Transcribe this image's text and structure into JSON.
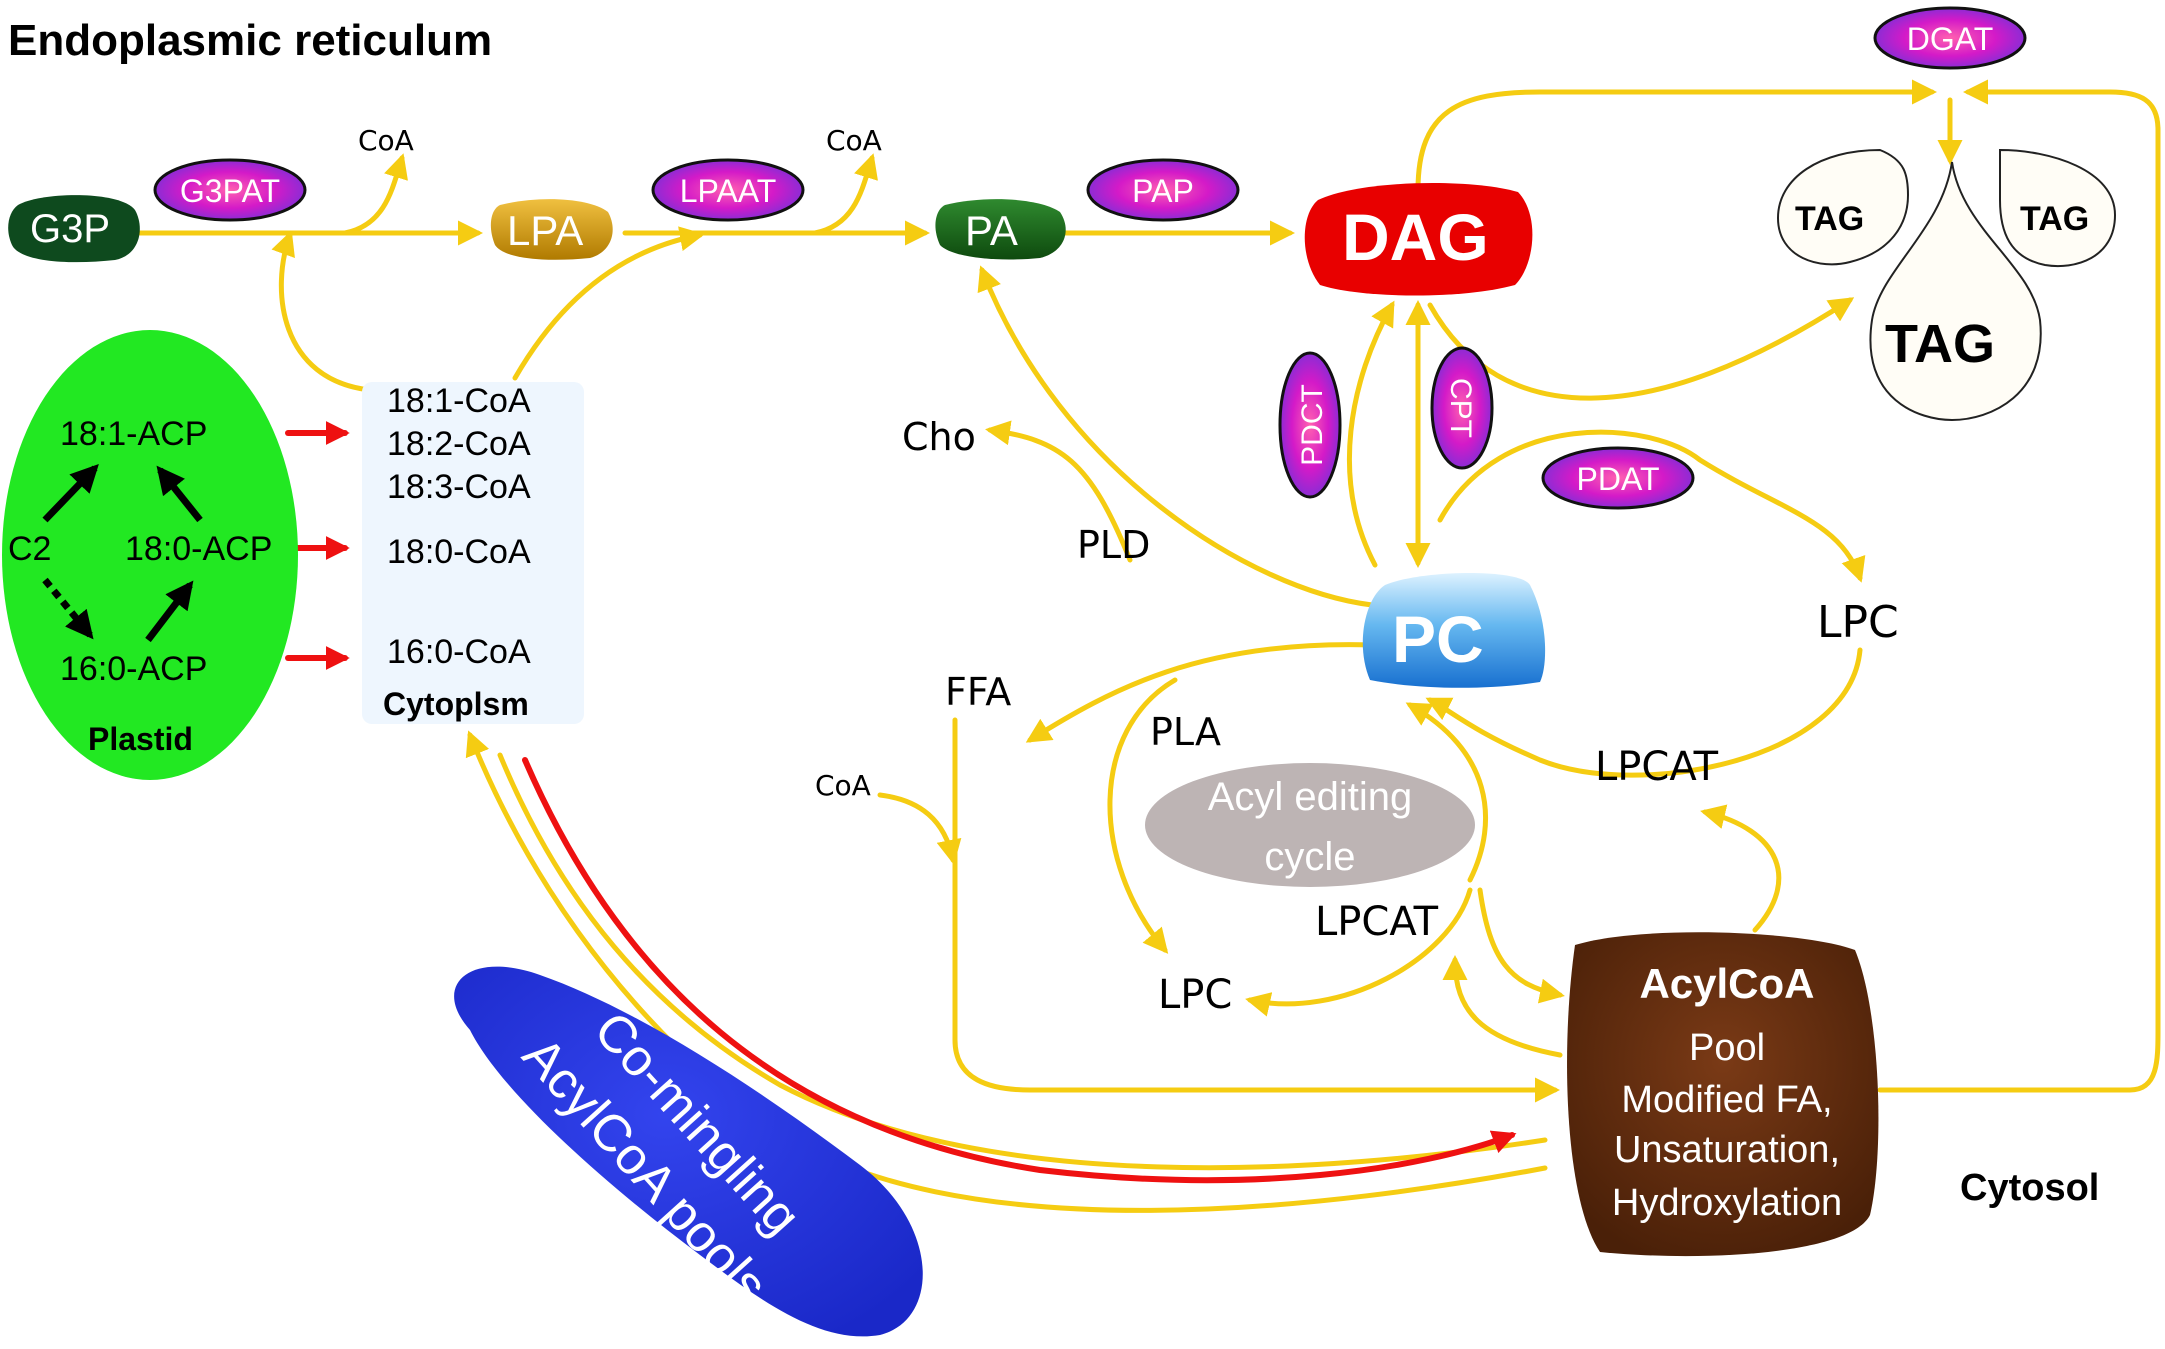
{
  "regions": {
    "er": "Endoplasmic reticulum",
    "cytosol": "Cytosol",
    "plastid": "Plastid",
    "cytoplasm": "Cytoplsm"
  },
  "plastid_species": {
    "c2": "C2",
    "acp181": "18:1-ACP",
    "acp180": "18:0-ACP",
    "acp160": "16:0-ACP"
  },
  "cytoplasm_species": [
    "18:1-CoA",
    "18:2-CoA",
    "18:3-CoA",
    "18:0-CoA",
    "16:0-CoA"
  ],
  "metabolites": {
    "g3p": "G3P",
    "lpa": "LPA",
    "pa": "PA",
    "dag": "DAG",
    "pc": "PC",
    "tag_main": "TAG",
    "tag_left": "TAG",
    "tag_right": "TAG",
    "coa_1": "CoA",
    "coa_2": "CoA",
    "coa_3": "CoA",
    "cho": "Cho",
    "ffa": "FFA",
    "lpc_right": "LPC",
    "lpc_bottom": "LPC"
  },
  "enzymes": {
    "g3pat": "G3PAT",
    "lpaat": "LPAAT",
    "pap": "PAP",
    "dgat": "DGAT",
    "pdct": "PDCT",
    "cpt": "CPT",
    "pdat": "PDAT"
  },
  "labels": {
    "pld": "PLD",
    "pla": "PLA",
    "lpcat_right": "LPCAT",
    "lpcat_left": "LPCAT"
  },
  "acyl_cycle": {
    "line1": "Acyl editing",
    "line2": "cycle"
  },
  "acylcoa_pool": {
    "title": "AcylCoA",
    "line1": "Pool",
    "line2": "Modified FA,",
    "line3": "Unsaturation,",
    "line4": "Hydroxylation"
  },
  "comingling": {
    "line1": "Co-mingling",
    "line2": "AcylCoA pools"
  },
  "colors": {
    "flow": "#F5CC12",
    "red": "#EE1111",
    "plastid": "#22E822",
    "dag": "#E80000",
    "acylcoa": "#5C2A10",
    "comingling": "#2233DD",
    "enzyme": "#D020D0"
  }
}
